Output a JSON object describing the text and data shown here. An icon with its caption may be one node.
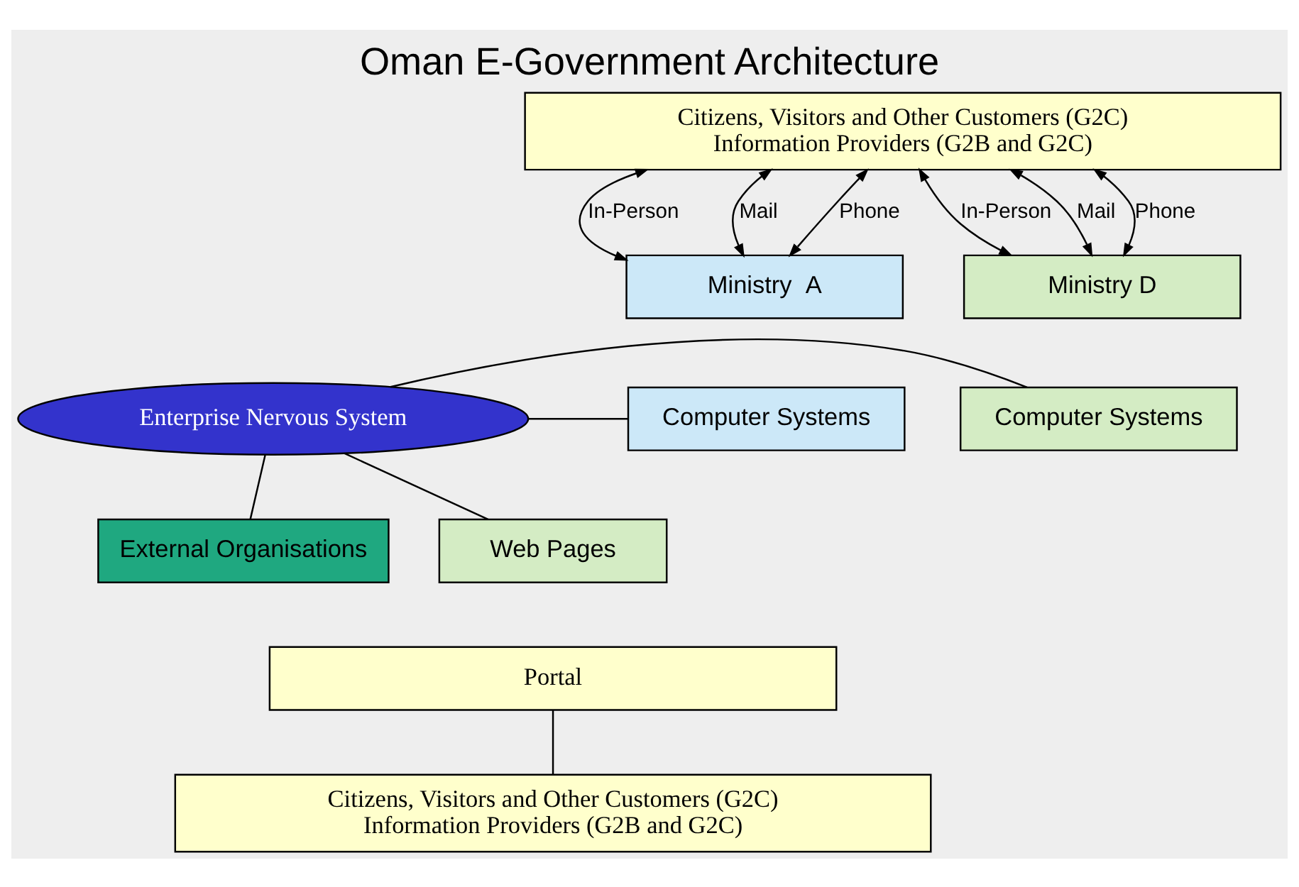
{
  "diagram": {
    "title": "Oman E-Government Architecture",
    "nodes": [
      {
        "text": [
          "Citizens, Visitors and Other Customers (G2C)",
          "Information Providers (G2B and G2C)"
        ]
      },
      {
        "text": [
          "Ministry  A"
        ]
      },
      {
        "text": [
          "Computer Systems"
        ]
      },
      {
        "text": [
          "Enterprise Nervous System"
        ]
      },
      {
        "text": [
          "Ministry D"
        ]
      },
      {
        "text": [
          "Computer Systems"
        ]
      },
      {
        "text": [
          "External Organisations"
        ]
      },
      {
        "text": [
          "Web Pages"
        ]
      },
      {
        "text": [
          "Portal"
        ]
      },
      {
        "text": [
          "Citizens, Visitors and Other Customers (G2C)",
          "Information Providers (G2B and G2C)"
        ]
      }
    ],
    "edges": [
      {
        "from": 0,
        "to": 1,
        "arrow": "both",
        "label": "In-Person"
      },
      {
        "from": 0,
        "to": 1,
        "arrow": "both",
        "label": "Mail"
      },
      {
        "from": 0,
        "to": 1,
        "arrow": "both",
        "label": "Phone"
      },
      {
        "from": 0,
        "to": 4,
        "arrow": "both",
        "label": "In-Person"
      },
      {
        "from": 0,
        "to": 4,
        "arrow": "both",
        "label": "Mail"
      },
      {
        "from": 0,
        "to": 4,
        "arrow": "both",
        "label": "Phone"
      },
      {
        "from": 3,
        "to": 2,
        "arrow": "none"
      },
      {
        "from": 3,
        "to": 5,
        "arrow": "none"
      },
      {
        "from": 3,
        "to": 6,
        "arrow": "none"
      },
      {
        "from": 3,
        "to": 7,
        "arrow": "none"
      },
      {
        "from": 8,
        "to": 9,
        "arrow": "none"
      }
    ]
  }
}
